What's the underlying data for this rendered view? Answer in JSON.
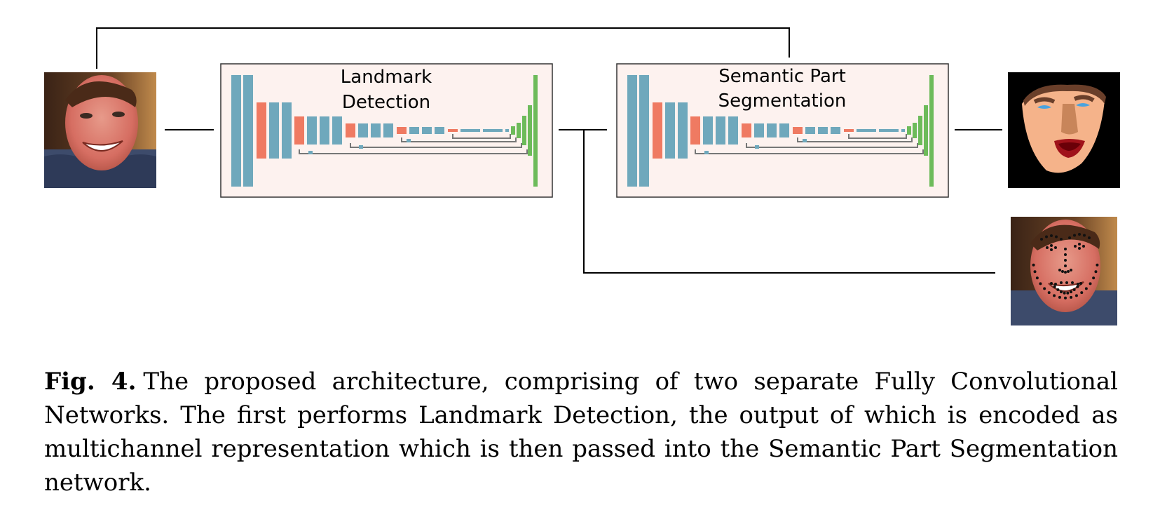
{
  "figure": {
    "block1_title_lines": [
      "Landmark",
      "Detection"
    ],
    "block2_title_lines": [
      "Semantic Part",
      "Segmentation"
    ],
    "colors": {
      "block_bg": "#fdf2ef",
      "conv": "#6fa8bc",
      "pool": "#ef7a62",
      "upsample": "#6dbb5a",
      "skip": "#777777",
      "line": "#000000"
    },
    "images": {
      "input": "input-face-photo",
      "segmentation_output": "segmentation-mask-output",
      "landmark_output": "landmark-face-output"
    }
  },
  "caption": {
    "label": "Fig. 4.",
    "text": "The proposed architecture, comprising of two separate Fully Convolutional Networks. The first performs Landmark Detection, the output of which is encoded as multichannel representation which is then passed into the Semantic Part Segmentation network."
  }
}
